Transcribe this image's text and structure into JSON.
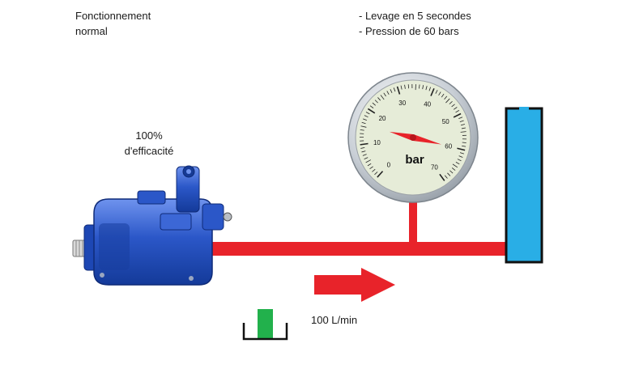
{
  "labels": {
    "mode_line1": "Fonctionnement",
    "mode_line2": "normal",
    "spec_line1": "- Levage en 5 secondes",
    "spec_line2": "- Pression de 60 bars",
    "efficiency_value": "100%",
    "efficiency_label": "d'efficacité",
    "flow_rate": "100 L/min"
  },
  "gauge": {
    "unit": "bar",
    "ticks": [
      "0",
      "10",
      "20",
      "30",
      "40",
      "50",
      "60",
      "70"
    ],
    "min": 0,
    "max": 70,
    "needle_value": 60
  },
  "tank": {
    "fill_fraction": 0.5
  },
  "colors": {
    "pipe": "#e8232a",
    "pump": "#2b57c8",
    "cylinder": "#29aee6",
    "tank_fluid": "#22b14c",
    "gauge_face": "#e6ecd8",
    "gauge_needle": "#e8232a"
  },
  "icons": {
    "pump": "hydraulic-pump-icon",
    "gauge": "pressure-gauge-icon",
    "arrow": "flow-arrow-icon",
    "tank": "reservoir-icon",
    "cylinder": "hydraulic-cylinder-icon"
  }
}
